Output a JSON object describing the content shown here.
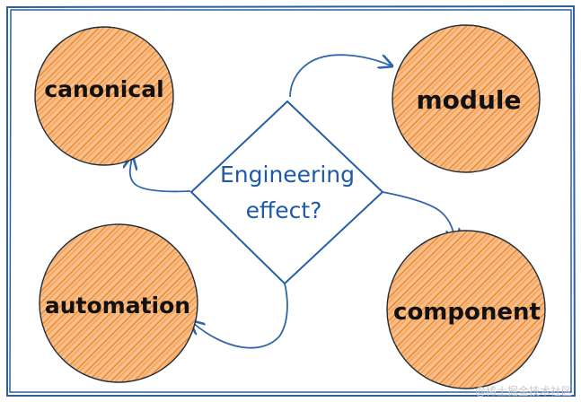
{
  "diagram": {
    "center": {
      "line1": "Engineering",
      "line2": "effect?"
    },
    "nodes": {
      "canonical": "canonical",
      "module": "module",
      "automation": "automation",
      "component": "component"
    },
    "colors": {
      "border": "#2f5f9e",
      "diamond": "#2460a7",
      "arrow": "#2f66aa",
      "fill": "#f4a05a",
      "hatch": "#f08a2d",
      "text": "#111111"
    }
  },
  "watermark": "@稀土掘金技术社区"
}
